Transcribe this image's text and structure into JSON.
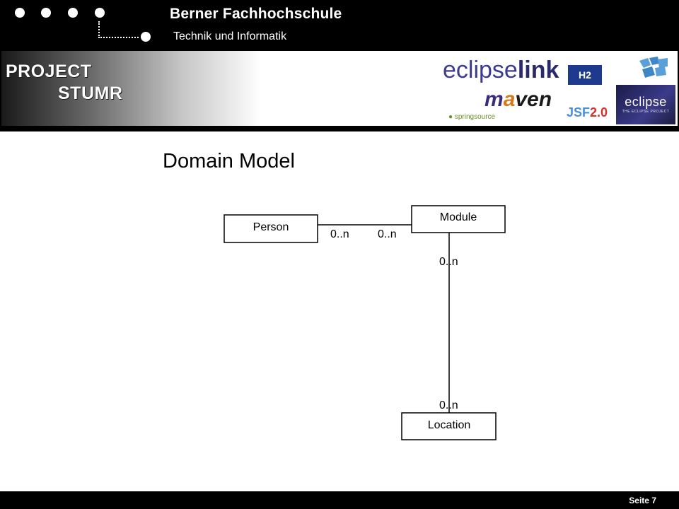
{
  "header": {
    "institution": "Berner Fachhochschule",
    "department": "Technik und Informatik"
  },
  "banner": {
    "project_line1": "PROJECT",
    "project_line2": "STUMR",
    "logos": {
      "eclipselink_a": "eclipse",
      "eclipselink_b": "link",
      "h2": "H2",
      "maven_m": "m",
      "maven_a": "a",
      "maven_rest": "ven",
      "springsource": "springsource",
      "jsf": "JSF",
      "jsf_version": "2.0",
      "eclipse": "eclipse",
      "eclipse_sub": "THE ECLIPSE PROJECT"
    }
  },
  "slide": {
    "title": "Domain Model",
    "page": "Seite 7"
  },
  "diagram": {
    "classes": {
      "person": "Person",
      "module": "Module",
      "location": "Location"
    },
    "associations": {
      "person_module_person_end": "0..n",
      "person_module_module_end": "0..n",
      "module_location_module_end": "0..n",
      "module_location_location_end": "0..n"
    }
  }
}
